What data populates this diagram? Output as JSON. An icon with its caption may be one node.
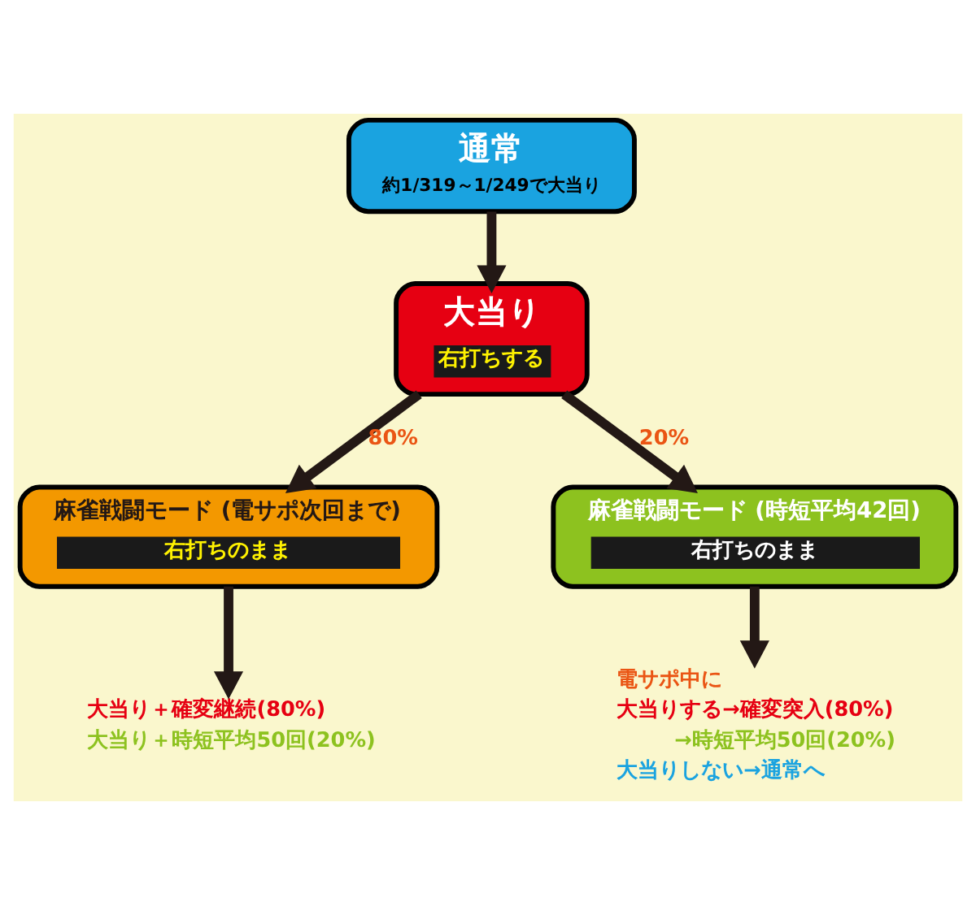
{
  "diagram": {
    "nodes": [
      {
        "text": [
          "通常",
          "約1/319～1/249で大当り"
        ]
      },
      {
        "text": [
          "大当り",
          "右打ちする"
        ]
      },
      {
        "text": [
          "麻雀戦闘モード (電サポ次回まで)",
          "右打ちのまま"
        ]
      },
      {
        "text": [
          "麻雀戦闘モード (時短平均42回)",
          "右打ちのまま"
        ]
      },
      {
        "text": [
          "大当り＋確変継続(80%)",
          "大当り＋時短平均50回(20%)"
        ]
      },
      {
        "text": [
          "電サポ中に",
          "大当りする→確変突入(80%)",
          "→時短平均50回(20%)",
          "大当りしない→通常へ"
        ]
      }
    ],
    "edges": [
      {
        "from": 0,
        "to": 1,
        "arrow": "to"
      },
      {
        "from": 1,
        "to": 2,
        "arrow": "to",
        "label": "80%"
      },
      {
        "from": 1,
        "to": 3,
        "arrow": "to",
        "label": "20%"
      },
      {
        "from": 2,
        "to": 4,
        "arrow": "to"
      },
      {
        "from": 3,
        "to": 5,
        "arrow": "to"
      }
    ]
  }
}
